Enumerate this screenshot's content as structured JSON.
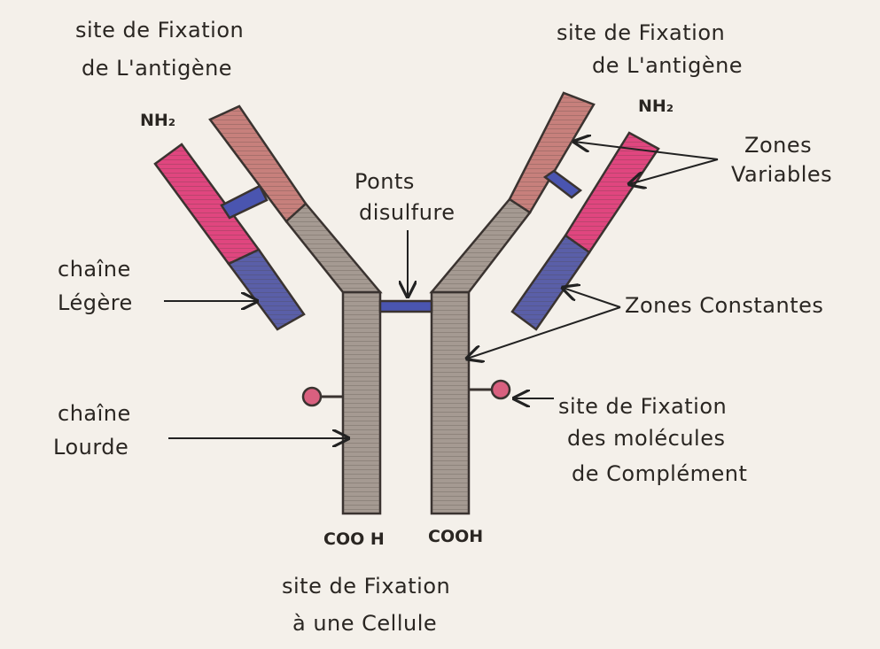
{
  "labels": {
    "antigen_site_left_l1": "site de Fixation",
    "antigen_site_left_l2": "de L'antigène",
    "antigen_site_right_l1": "site de Fixation",
    "antigen_site_right_l2": "de L'antigène",
    "nh2_left": "NH₂",
    "nh2_right": "NH₂",
    "disulfide_l1": "Ponts",
    "disulfide_l2": "disulfure",
    "variable_l1": "Zones",
    "variable_l2": "Variables",
    "light_chain_l1": "chaîne",
    "light_chain_l2": "Légère",
    "constant": "Zones Constantes",
    "heavy_chain_l1": "chaîne",
    "heavy_chain_l2": "Lourde",
    "complement_l1": "site de Fixation",
    "complement_l2": "des molécules",
    "complement_l3": "de Complément",
    "cooh_left": "COO H",
    "cooh_right": "COOH",
    "cell_site_l1": "site de Fixation",
    "cell_site_l2": "à une Cellule"
  },
  "colors": {
    "light_variable": "#e0467f",
    "light_constant": "#5a5fa8",
    "heavy_variable": "#c7807c",
    "heavy_constant": "#a59a92",
    "disulfide": "#4a55b0",
    "complement_knob": "#d9607f"
  }
}
